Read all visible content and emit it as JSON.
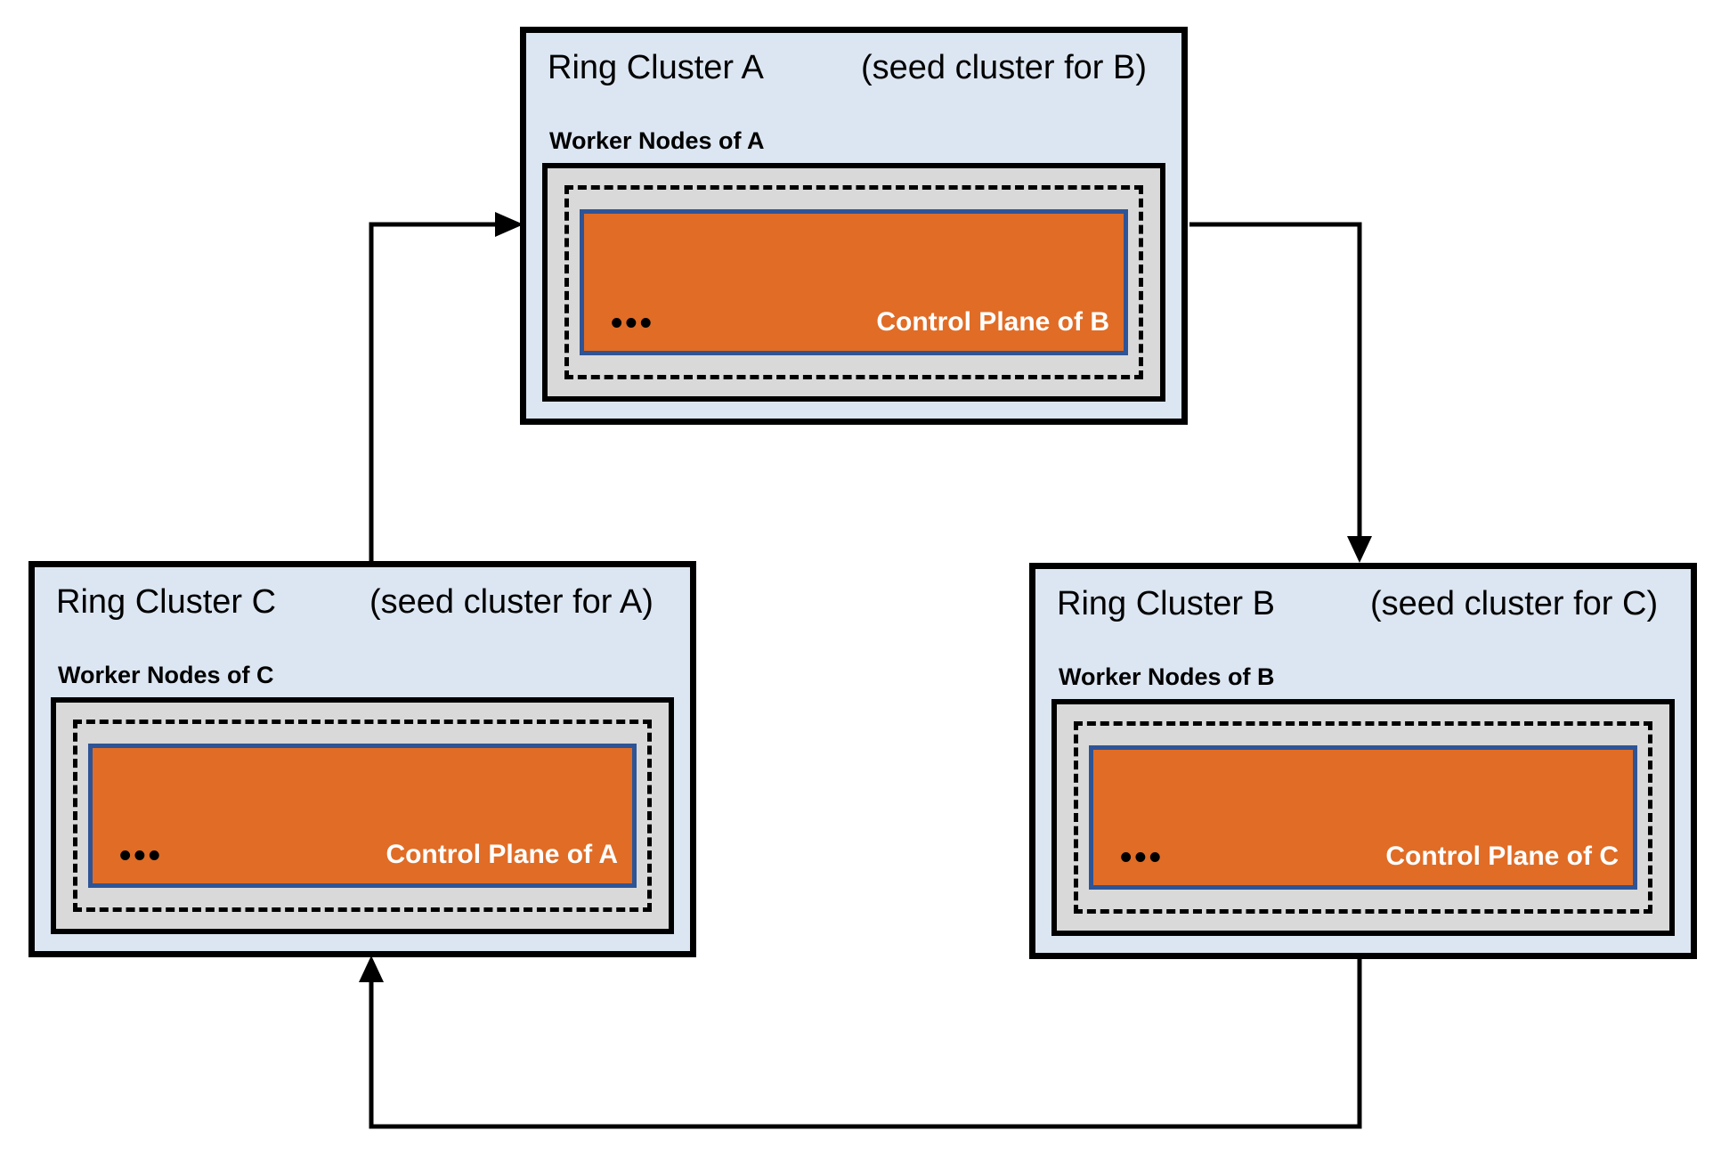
{
  "diagram": {
    "type": "ring-of-clusters",
    "description_visible_text_only": true
  },
  "colors": {
    "cluster-bg": "#dce6f2",
    "cluster-border": "#000000",
    "node-bg": "#d9d9d9",
    "node-border": "#000000",
    "plane-bg": "#e06c26",
    "plane-border": "#2e5496",
    "line": "#000000",
    "text": "#000000",
    "plane-text": "#ffffff",
    "canvas-bg": "#ffffff"
  },
  "clusters": [
    {
      "id": "A",
      "title": "Ring Cluster A",
      "seed_note": "(seed cluster for B)",
      "worker_label": "Worker Nodes of A",
      "control_plane_label": "Control Plane of B",
      "dots": "•••"
    },
    {
      "id": "C",
      "title": "Ring Cluster C",
      "seed_note": "(seed cluster for A)",
      "worker_label": "Worker Nodes of C",
      "control_plane_label": "Control Plane of A",
      "dots": "•••"
    },
    {
      "id": "B",
      "title": "Ring Cluster B",
      "seed_note": "(seed cluster for C)",
      "worker_label": "Worker Nodes of B",
      "control_plane_label": "Control Plane of C",
      "dots": "•••"
    }
  ],
  "edges": [
    {
      "from": "Ring Cluster C",
      "to": "Ring Cluster A"
    },
    {
      "from": "Ring Cluster A",
      "to": "Ring Cluster B"
    },
    {
      "from": "Ring Cluster B",
      "to": "Ring Cluster C"
    }
  ]
}
